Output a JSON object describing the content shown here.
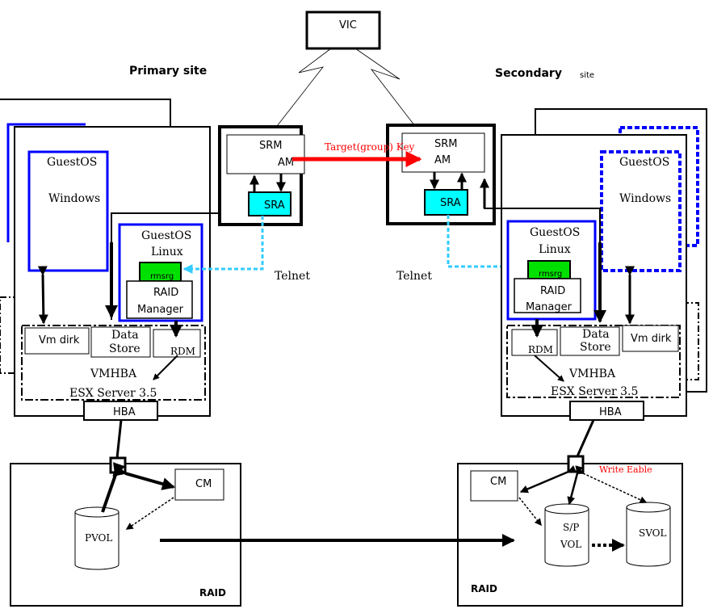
{
  "labels": {
    "vic": "VIC",
    "primary_site": "Primary site",
    "secondary_site_main": "Secondary",
    "secondary_site_suffix": "site",
    "srm": "SRM",
    "am": "AM",
    "sra": "SRA",
    "target_key": "Target(group) Key",
    "telnet": "Telnet",
    "guestos": "GuestOS",
    "windows": "Windows",
    "linux": "Linux",
    "rmsrg": "rmsrg",
    "raid": "RAID",
    "manager": "Manager",
    "vm_disk": "Vm dirk",
    "data": "Data",
    "store": "Store",
    "rdm": "RDM",
    "vmhba": "VMHBA",
    "esx": "ESX Server 3.5",
    "hba": "HBA",
    "cm": "CM",
    "pvol": "PVOL",
    "sp": "S/P",
    "vol": "VOL",
    "svol": "SVOL",
    "write_enable": "Write Eable",
    "raid_storage": "RAID"
  },
  "colors": {
    "guest_border": "#0000ff",
    "sra_fill": "#00ffff",
    "rmsrg_fill": "#00e000",
    "key_arrow": "#ff0000",
    "telnet_line": "#33ccff"
  }
}
